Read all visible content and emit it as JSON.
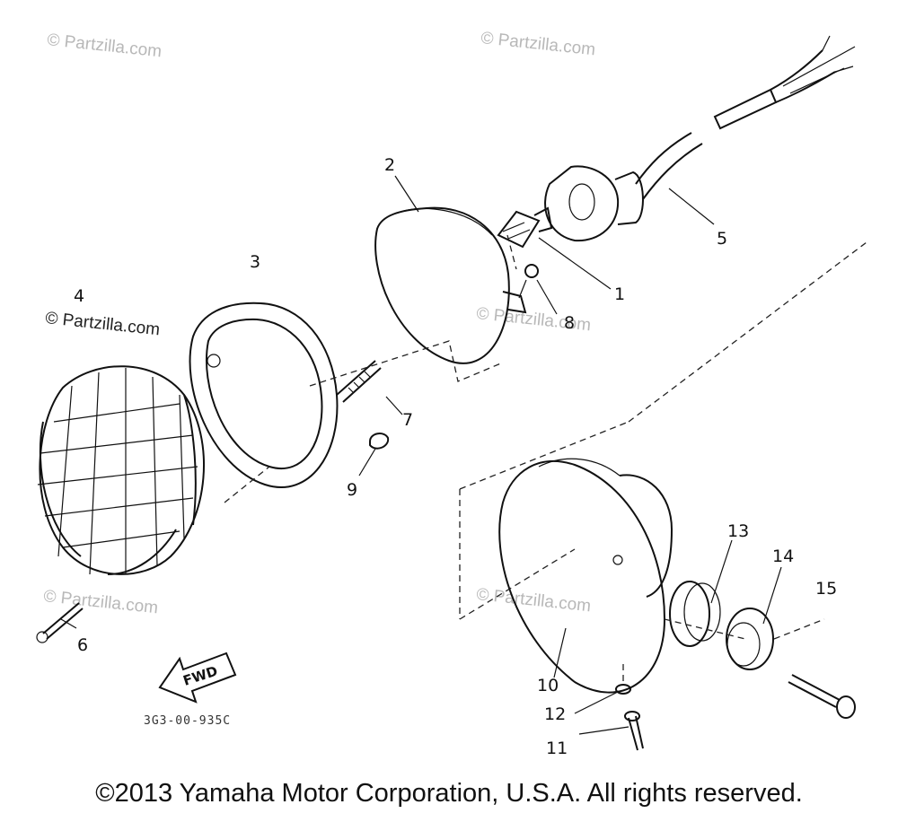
{
  "callouts": [
    "1",
    "2",
    "3",
    "4",
    "5",
    "6",
    "7",
    "8",
    "9",
    "10",
    "11",
    "12",
    "13",
    "14",
    "15"
  ],
  "watermarks": [
    "© Partzilla.com",
    "© Partzilla.com",
    "© Partzilla.com",
    "© Partzilla.com",
    "© Partzilla.com",
    "© Partzilla.com"
  ],
  "fwd_label": "FWD",
  "diagram_code": "3G3-00-935C",
  "copyright": "©2013 Yamaha Motor Corporation, U.S.A. All rights reserved."
}
